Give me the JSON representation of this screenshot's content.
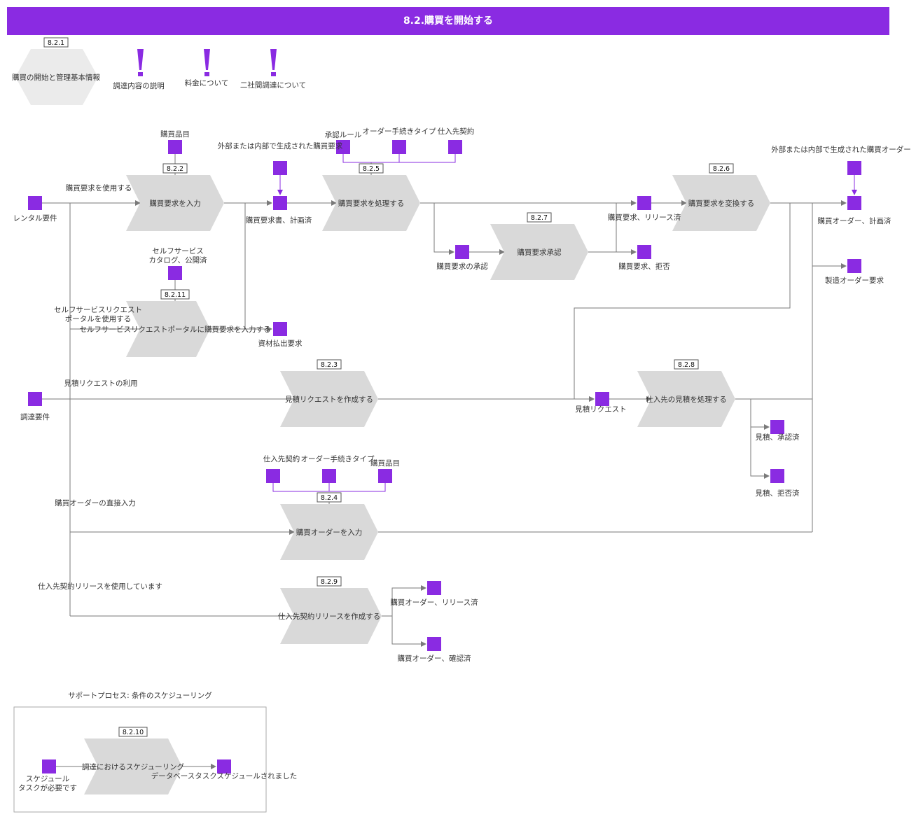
{
  "header": {
    "title": "8.2.購買を開始する",
    "color": "#8a2be2"
  },
  "colors": {
    "accent": "#8a2be2",
    "shape": "#d9d9d9",
    "line": "#7a7a7a"
  },
  "top": {
    "hex_id": "8.2.1",
    "hex_label": "購買の開始と管理基本情報",
    "info1": "調達内容の説明",
    "info2": "料金について",
    "info3": "二社間調達について"
  },
  "processes": {
    "p822": {
      "id": "8.2.2",
      "label": "購買要求を入力"
    },
    "p825": {
      "id": "8.2.5",
      "label": "購買要求を処理する"
    },
    "p826": {
      "id": "8.2.6",
      "label": "購買要求を変換する"
    },
    "p827": {
      "id": "8.2.7",
      "label": "購買要求承認"
    },
    "p8211": {
      "id": "8.2.11",
      "label": "セルフサービスリクエストポータルに購買要求を入力する"
    },
    "p823": {
      "id": "8.2.3",
      "label": "見積リクエストを作成する"
    },
    "p828": {
      "id": "8.2.8",
      "label": "仕入先の見積を処理する"
    },
    "p824": {
      "id": "8.2.4",
      "label": "購買オーダーを入力"
    },
    "p829": {
      "id": "8.2.9",
      "label": "仕入先契約リリースを作成する"
    },
    "p8210": {
      "id": "8.2.10",
      "label": "調達におけるスケジューリング"
    }
  },
  "objects": {
    "rental": "レンタル要件",
    "item1": "購買品目",
    "ext_req": "外部または内部で生成された購買要求",
    "req_planned": "購買要求書、計画済",
    "approval_rule": "承認ルール",
    "order_type1": "オーダー手続きタイプ",
    "contract1": "仕入先契約",
    "req_approval": "購買要求の承認",
    "req_released": "購買要求、リリース済",
    "req_rejected": "購買要求、拒否",
    "ext_po": "外部または内部で生成された購買オーダー",
    "po_planned": "購買オーダー、計画済",
    "mfg_req": "製造オーダー要求",
    "catalog": "セルフサービス\nカタログ、公開済",
    "issue_req": "資材払出要求",
    "procure_req": "調達要件",
    "rfq": "見積リクエスト",
    "quote_approved": "見積、承認済",
    "quote_rejected": "見積、拒否済",
    "contract2": "仕入先契約",
    "order_type2": "オーダー手続きタイプ",
    "item2": "購買品目",
    "po_released": "購買オーダー、リリース済",
    "po_confirmed": "購買オーダー、確認済",
    "sched_needed": "スケジュール\nタスクが必要です",
    "db_sched": "データベースタスクスケジュールされました"
  },
  "labels": {
    "use_req": "購買要求を使用する",
    "use_portal": "セルフサービスリクエスト\nポータルを使用する",
    "use_rfq": "見積リクエストの利用",
    "direct_po": "購買オーダーの直接入力",
    "use_contract": "仕入先契約リリースを使用しています"
  },
  "support": {
    "title": "サポートプロセス: 条件のスケジューリング"
  }
}
